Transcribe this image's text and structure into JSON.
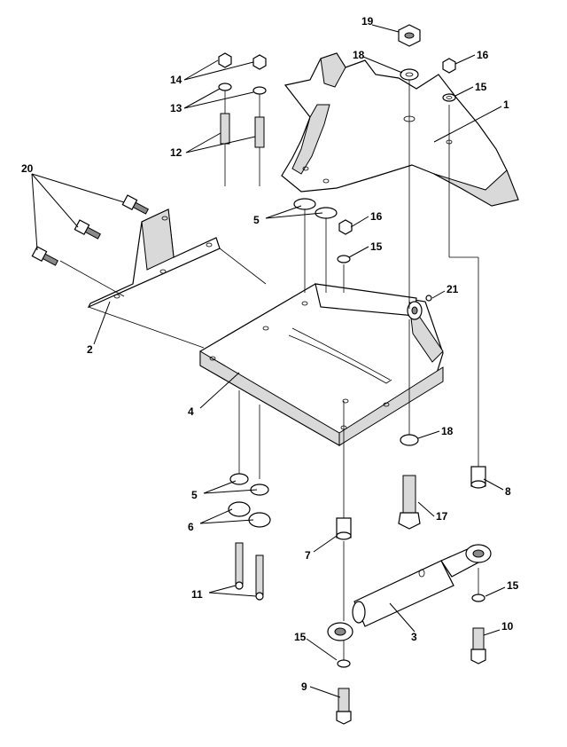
{
  "callouts": [
    {
      "label": "1"
    },
    {
      "label": "2"
    },
    {
      "label": "3"
    },
    {
      "label": "4"
    },
    {
      "label": "5"
    },
    {
      "label": "5"
    },
    {
      "label": "6"
    },
    {
      "label": "7"
    },
    {
      "label": "8"
    },
    {
      "label": "9"
    },
    {
      "label": "10"
    },
    {
      "label": "11"
    },
    {
      "label": "12"
    },
    {
      "label": "13"
    },
    {
      "label": "14"
    },
    {
      "label": "15"
    },
    {
      "label": "15"
    },
    {
      "label": "15"
    },
    {
      "label": "15"
    },
    {
      "label": "16"
    },
    {
      "label": "16"
    },
    {
      "label": "17"
    },
    {
      "label": "18"
    },
    {
      "label": "18"
    },
    {
      "label": "19"
    },
    {
      "label": "20"
    },
    {
      "label": "21"
    }
  ]
}
